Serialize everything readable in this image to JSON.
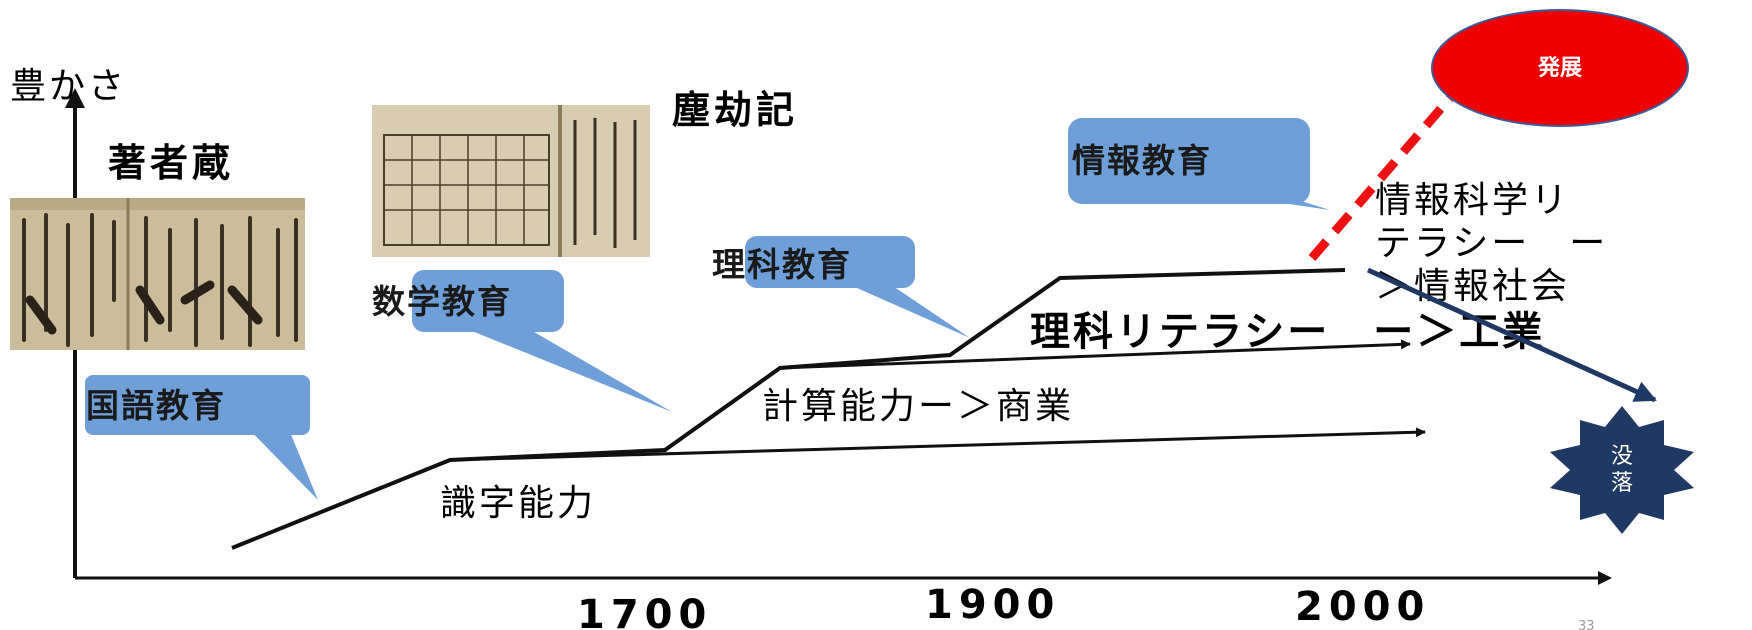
{
  "y_axis_label": "豊かさ",
  "years": [
    "1700",
    "1900",
    "2000"
  ],
  "page_number": "33",
  "book_labels": {
    "chosha": "著者蔵",
    "jinkouki": "塵劫記"
  },
  "callouts": {
    "kokugo": "国語教育",
    "sugaku": "数学教育",
    "rika": "理科教育",
    "joho": "情報教育"
  },
  "stages": {
    "shikiji": "識字能力",
    "keisan": "計算能力ー＞商業",
    "rika_literacy": "理科リテラシー　ー＞工業",
    "joho_line1": "情報科学リ",
    "joho_line2": "テラシー　ー",
    "joho_line3": "＞情報社会"
  },
  "outcomes": {
    "hatten": "発展",
    "botsuraku_1": "没",
    "botsuraku_2": "落"
  },
  "colors": {
    "callout_fill": "#6f9fd8",
    "red": "#ee1111",
    "navy": "#203864",
    "book_paper": "#d8cdb2",
    "ink": "#3a3024"
  }
}
